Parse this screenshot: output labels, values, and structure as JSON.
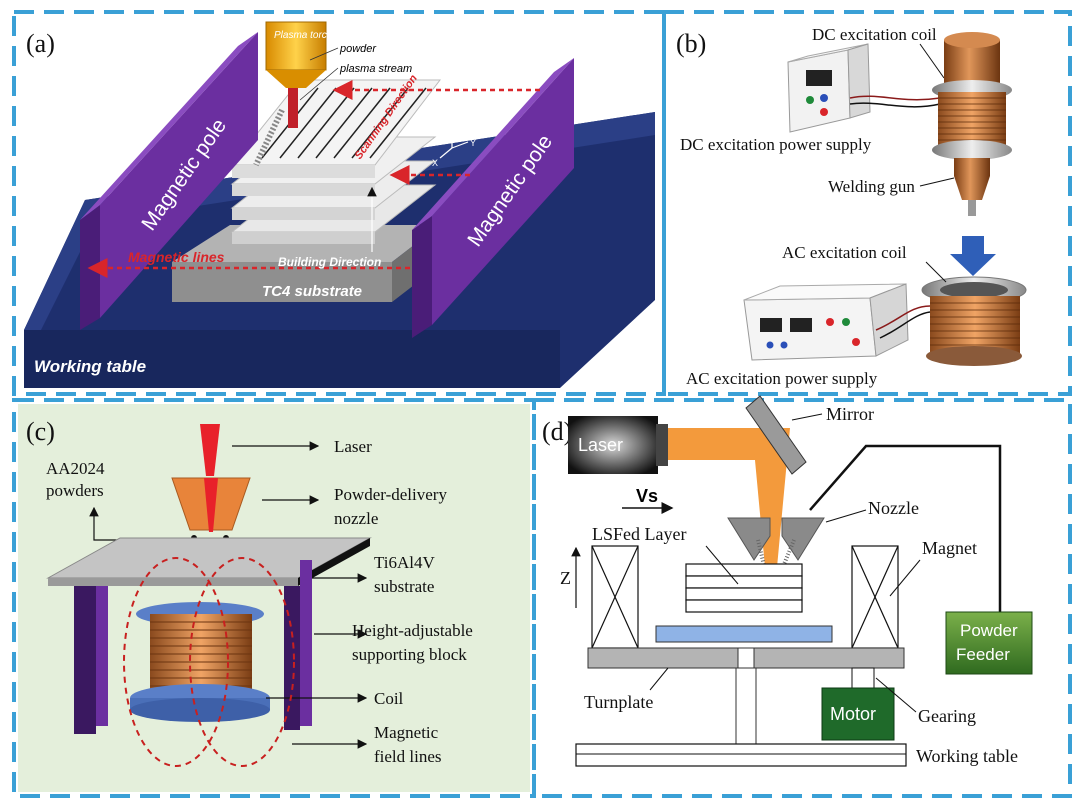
{
  "panel_a": {
    "label": "(a)",
    "plasma_torch": "Plasma torch",
    "powder": "powder",
    "plasma_stream": "plasma stream",
    "scanning_direction": "Scanning Direction",
    "magnetic_pole_left": "Magnetic pole",
    "magnetic_pole_right": "Magnetic pole",
    "magnetic_lines": "Magnetic lines",
    "building_direction": "Building Direction",
    "substrate": "TC4 substrate",
    "working_table": "Working table",
    "axis_z": "Z",
    "axis_x": "X",
    "axis_y": "Y"
  },
  "panel_b": {
    "label": "(b)",
    "dc_coil": "DC excitation coil",
    "dc_supply": "DC excitation power supply",
    "welding_gun": "Welding gun",
    "ac_coil": "AC excitation coil",
    "ac_supply": "AC excitation power supply"
  },
  "panel_c": {
    "label": "(c)",
    "powders": "AA2024 powders",
    "laser": "Laser",
    "nozzle": "Powder-delivery nozzle",
    "substrate": "Ti6Al4V substrate",
    "block": "Height-adjustable supporting block",
    "coil": "Coil",
    "field_lines": "Magnetic field lines"
  },
  "panel_d": {
    "label": "(d)",
    "laser": "Laser",
    "mirror": "Mirror",
    "vs": "Vs",
    "nozzle": "Nozzle",
    "layer": "LSFed Layer",
    "magnet": "Magnet",
    "z": "Z",
    "powder_feeder": "Powder Feeder",
    "turnplate": "Turnplate",
    "motor": "Motor",
    "gearing": "Gearing",
    "working_table": "Working table"
  },
  "colors": {
    "frame_dash": "#3aa0d6",
    "pole_purple": "#6b2fa0",
    "table_navy": "#1e2f6e",
    "laser_orange": "#f39a3c",
    "panel_c_bg": "#e4efdb",
    "magnetic_red": "#d9252a"
  }
}
